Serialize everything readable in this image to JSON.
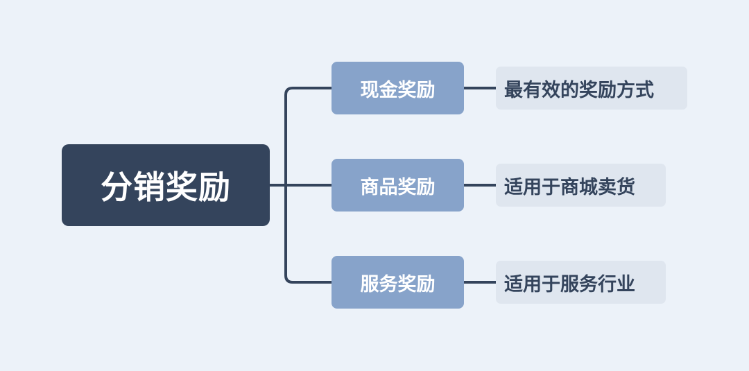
{
  "mindmap": {
    "root": {
      "label": "分销奖励"
    },
    "branches": [
      {
        "label": "现金奖励",
        "note": "最有效的奖励方式"
      },
      {
        "label": "商品奖励",
        "note": "适用于商城卖货"
      },
      {
        "label": "服务奖励",
        "note": "适用于服务行业"
      }
    ],
    "colors": {
      "background": "#ecf2f9",
      "root_fill": "#34445c",
      "branch_fill": "#87a3ca",
      "leaf_fill": "#dfe6ef",
      "connector": "#34445c"
    }
  }
}
